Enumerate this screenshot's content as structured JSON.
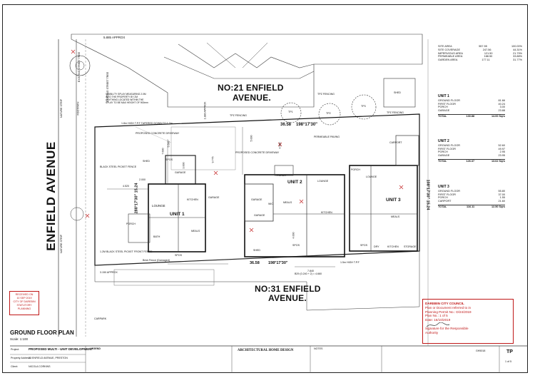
{
  "street_west": "ENFIELD AVENUE",
  "north_neighbour": {
    "line1": "NO:21 ENFIELD",
    "line2": "AVENUE."
  },
  "south_neighbour": {
    "line1": "NO:31 ENFIELD",
    "line2": "AVENUE."
  },
  "plan_title": "GROUND FLOOR PLAN",
  "scale": "Scale: 1:100",
  "bearings": {
    "top": "198°17'30\"",
    "top_len": "36.58",
    "bottom": "198°17'30\"",
    "bottom_len": "36.58",
    "west": "288°17'30\" 15.24",
    "east": "108°17'30\" 15.24"
  },
  "labels": {
    "approx_top": "5.885 APPROX",
    "approx_left": "1.880 APPROX",
    "approx_bottom": "3.150 APPROX",
    "existing_street_tree_1": "EXISTING STREET TREE",
    "existing_street_tree_2": "EXISTING STREET TREE",
    "nature_strip_1": "NATURE STRIP",
    "nature_strip_2": "NATURE STRIP",
    "footpath": "FOOTPATH",
    "carpark": "CARPARK",
    "shed_top": "SHED",
    "shed_left": "SHED",
    "shed_bottom": "SHED",
    "fence_black": "BLACK STEEL PICKET FENCE",
    "fence_front": "1.2M BLACK STEEL PICKET FRONT FENCE",
    "brick_fence": "Brick Fence (Damaged)",
    "concrete_driveway": "PROPOSED CONCRETE DRIVEWAY",
    "driveway2": "PROPOSED CONCRETE DRIVEWAY",
    "permeable_paving": "PERMEABLE PAVING",
    "carport": "CARPORT",
    "garage": "GARAGE",
    "garage2": "GARAGE",
    "sp1": "SPOS",
    "sp2": "SPOS",
    "sp3": "SPOS",
    "sp4": "SPOS",
    "tpz1": "TPZ FENCING",
    "tpz2": "TPZ FENCING",
    "tpz3": "TPZ FENCING",
    "tp1": "TP1",
    "tp2": "TP2",
    "tp3": "TP3",
    "dim1": "4.520",
    "dim2": "5.500",
    "dim3": "7.600",
    "dim4": "4.000",
    "dim5": "3.000",
    "dim6": "4.500",
    "dim7": "9.775",
    "dim8": "5.000",
    "dim9": "2.000",
    "dim_b1": "7.840",
    "dim_b2": "B29 (0.240 + 2) = 4.660",
    "dim_b3": "1.5m HIGH T.P.F",
    "dim_top_fence": "1.8m HIGH T.P.F TAPERED DOWN TO 1.2m",
    "visibility": "VISIBILITY SPLAY MEASURING 2.0M INTO THE PROPERTY BY 2M ANYTHING LOCATED WITHIN THE SPLAY TO BE MAX HEIGHT OF 900mm"
  },
  "units": [
    {
      "name": "UNIT 1",
      "rooms": [
        "LOUNGE",
        "KITCHEN",
        "MEALS",
        "PORCH",
        "GARAGE",
        "BATH"
      ]
    },
    {
      "name": "UNIT 2",
      "rooms": [
        "LOUNGE",
        "KITCHEN",
        "MEALS",
        "PORCH",
        "WIC",
        "GARAGE"
      ]
    },
    {
      "name": "UNIT 3",
      "rooms": [
        "LOUNGE",
        "KITCHEN",
        "MEALS",
        "PORCH",
        "DRY",
        "STORAGE"
      ]
    }
  ],
  "site_table": [
    {
      "label": "SITE AREA",
      "a": "557.55",
      "b": "100.00%"
    },
    {
      "label": "SITE COVERAGE",
      "a": "247.56",
      "b": "44.31%"
    },
    {
      "label": "IMPERVIOUS AREA",
      "a": "121.50",
      "b": "21.79%"
    },
    {
      "label": "PERMEABLE AREA",
      "a": "188.50",
      "b": "33.88%"
    },
    {
      "label": "GARDEN AREA",
      "a": "177.11",
      "b": "31.77%"
    }
  ],
  "unit_areas": [
    {
      "title": "UNIT 1",
      "rows": [
        [
          "GROUND FLOOR",
          "81.66"
        ],
        [
          "FIRST FLOOR",
          "40.24"
        ],
        [
          "PORCH",
          "3.00"
        ],
        [
          "GARAGE",
          "23.88"
        ]
      ],
      "total": "130.88",
      "sq": "14.00 Sqrs"
    },
    {
      "title": "UNIT 2",
      "rows": [
        [
          "GROUND FLOOR",
          "52.60"
        ],
        [
          "FIRST FLOOR",
          "49.97"
        ],
        [
          "PORCH",
          "2.95"
        ],
        [
          "GARAGE",
          "23.95"
        ]
      ],
      "total": "126.37",
      "sq": "13.62 Sqrs"
    },
    {
      "title": "UNIT 3",
      "rows": [
        [
          "GROUND FLOOR",
          "55.80"
        ],
        [
          "FIRST FLOOR",
          "37.00"
        ],
        [
          "PORCH",
          "1.55"
        ],
        [
          "CARPORT",
          "21.60"
        ]
      ],
      "total": "116.11",
      "sq": "12.50 Sqrs"
    }
  ],
  "total_label": "TOTAL",
  "received_stamp": {
    "line1": "RECEIVED ON",
    "line2": "10 SEP 2019",
    "line3": "CITY OF DAREBIN",
    "line4": "STATUTORY PLANNING"
  },
  "council": {
    "line1": "DAREBIN CITY COUNCIL",
    "line2": "Plan or Document referred to in",
    "line3": "Planning Permit No.: D/24/2019",
    "line4": "Plan No.: 1 of 5",
    "line5": "Date: 16/10/2019",
    "line6": "Signature for the Responsible",
    "line7": "Authority"
  },
  "title_block": {
    "project_label": "Project:",
    "project": "PROPOSED MULTI - UNIT DEVELOPMENT",
    "address_label": "Property Address:",
    "address": "23 ENFIELD AVENUE, PRESTON",
    "client_label": "Client:",
    "client": "NICOLA CORKINS",
    "legend": "LEGEND",
    "firm": "ARCHITECTURAL HOME DESIGN",
    "notes": "NOTES",
    "sheet": "TP",
    "sheet_no": "1 of 5",
    "drawing_no": "GH5018"
  }
}
